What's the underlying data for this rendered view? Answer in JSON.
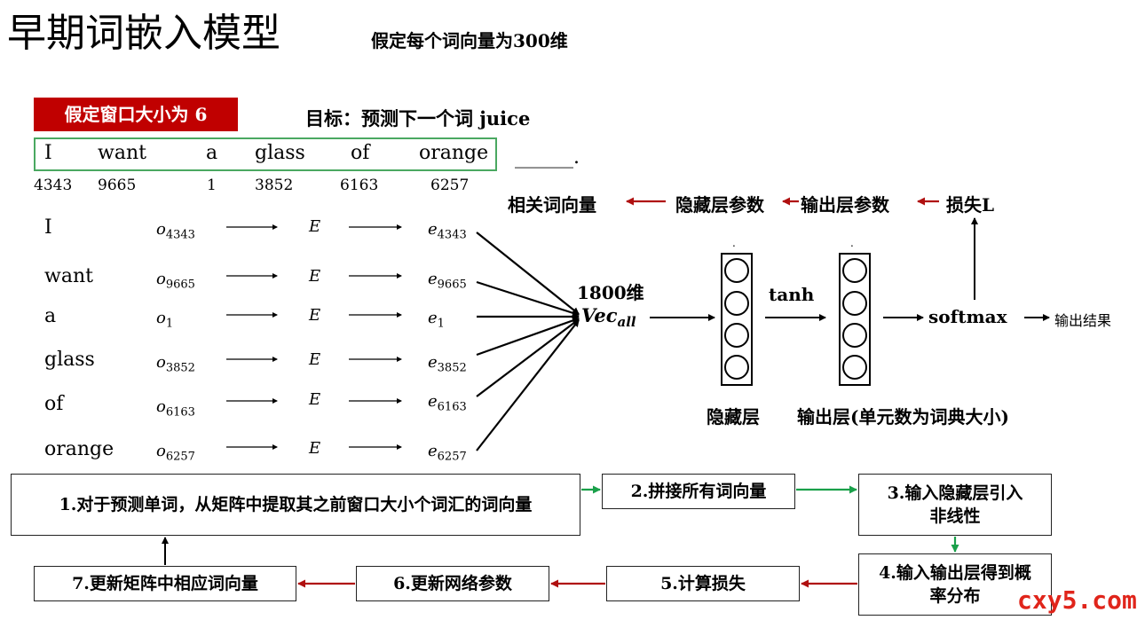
{
  "title": "早期词嵌入模型",
  "subtitle": "假定每个词向量为300维",
  "window_label": "假定窗口大小为 6",
  "goal": "目标：预测下一个词 juice",
  "sentence": [
    "I",
    "want",
    "a",
    "glass",
    "of",
    "orange"
  ],
  "blank": "______.",
  "indices": [
    "4343",
    "9665",
    "1",
    "3852",
    "6163",
    "6257"
  ],
  "rows": [
    {
      "word": "I",
      "o": "o",
      "o_sub": "4343",
      "E": "E",
      "e": "e",
      "e_sub": "4343"
    },
    {
      "word": "want",
      "o": "o",
      "o_sub": "9665",
      "E": "E",
      "e": "e",
      "e_sub": "9665"
    },
    {
      "word": "a",
      "o": "o",
      "o_sub": "1",
      "E": "E",
      "e": "e",
      "e_sub": "1"
    },
    {
      "word": "glass",
      "o": "o",
      "o_sub": "3852",
      "E": "E",
      "e": "e",
      "e_sub": "3852"
    },
    {
      "word": "of",
      "o": "o",
      "o_sub": "6163",
      "E": "E",
      "e": "e",
      "e_sub": "6163"
    },
    {
      "word": "orange",
      "o": "o",
      "o_sub": "6257",
      "E": "E",
      "e": "e",
      "e_sub": "6257"
    }
  ],
  "concat": {
    "dim": "1800维",
    "vec": "Vec",
    "vec_sub": "all"
  },
  "network": {
    "activation": "tanh",
    "softmax": "softmax",
    "output_result": "输出结果",
    "hidden_label": "隐藏层",
    "output_label": "输出层(单元数为词典大小)",
    "dot": "."
  },
  "backprop": {
    "loss": "损失L",
    "output_params": "输出层参数",
    "hidden_params": "隐藏层参数",
    "word_vectors": "相关词向量"
  },
  "steps": {
    "s1": "1.对于预测单词，从矩阵中提取其之前窗口大小个词汇的词向量",
    "s2": "2.拼接所有词向量",
    "s3": "3.输入隐藏层引入非线性",
    "s4": "4.输入输出层得到概率分布",
    "s5": "5.计算损失",
    "s6": "6.更新网络参数",
    "s7": "7.更新矩阵中相应词向量"
  },
  "watermark": "cxy5.com",
  "colors": {
    "red": "#c00000",
    "green": "#1aa04a",
    "dark_red": "#b01010"
  }
}
